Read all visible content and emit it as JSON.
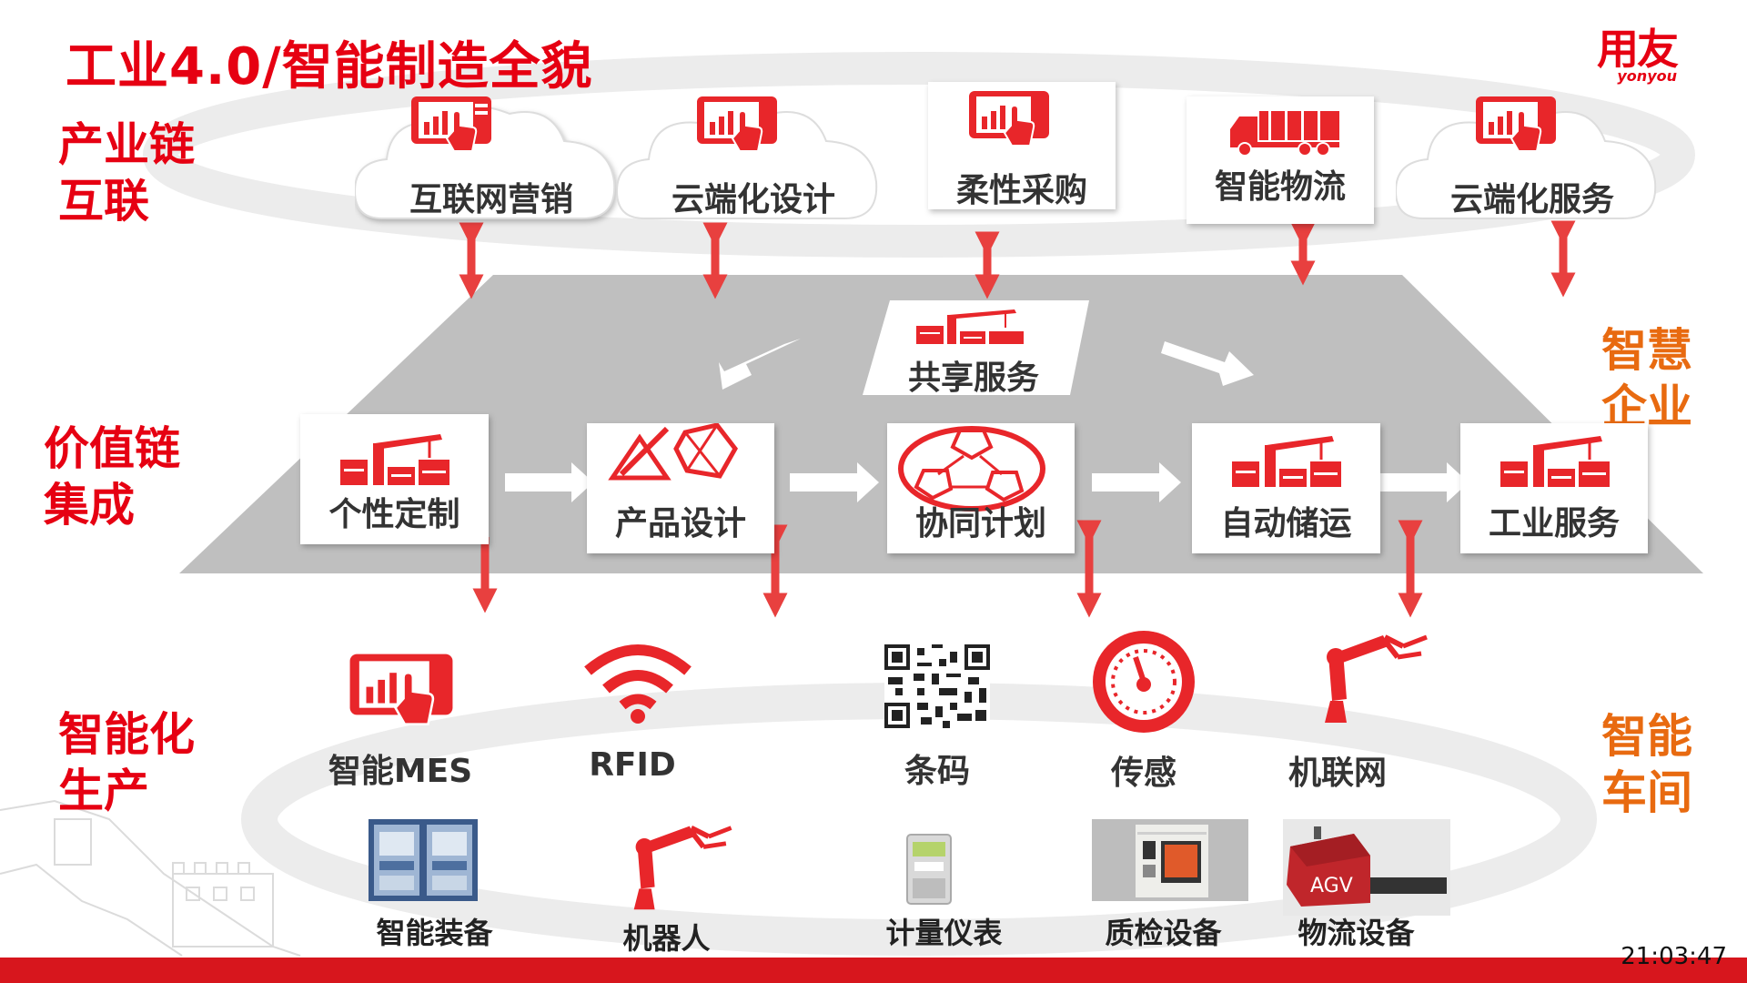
{
  "title": "工业4.0/智能制造全貌",
  "logo": {
    "cn": "用友",
    "en": "yonyou"
  },
  "sections": {
    "chain_left": [
      "产业链",
      "互联"
    ],
    "value_left": [
      "价值链",
      "集成"
    ],
    "prod_left": [
      "智能化",
      "生产"
    ],
    "ent_right": [
      "智慧",
      "企业"
    ],
    "ws_right": [
      "智能",
      "车间"
    ]
  },
  "top_items": [
    {
      "label": "互联网营销",
      "icon": "tablet-chart-icon"
    },
    {
      "label": "云端化设计",
      "icon": "tablet-chart-icon"
    },
    {
      "label": "柔性采购",
      "icon": "tablet-chart-icon"
    },
    {
      "label": "智能物流",
      "icon": "truck-icon"
    },
    {
      "label": "云端化服务",
      "icon": "tablet-chart-icon"
    }
  ],
  "shared_service": {
    "label": "共享服务",
    "icon": "crane-icon"
  },
  "value_chain": [
    {
      "label": "个性定制",
      "icon": "crane-icon"
    },
    {
      "label": "产品设计",
      "icon": "design-tools-icon"
    },
    {
      "label": "协同计划",
      "icon": "network-cubes-icon"
    },
    {
      "label": "自动储运",
      "icon": "crane-icon"
    },
    {
      "label": "工业服务",
      "icon": "crane-icon"
    }
  ],
  "tech_items": [
    {
      "label": "智能MES",
      "icon": "tablet-chart-icon"
    },
    {
      "label": "RFID",
      "icon": "wifi-icon"
    },
    {
      "label": "条码",
      "icon": "qr-code-icon"
    },
    {
      "label": "传感",
      "icon": "gauge-icon"
    },
    {
      "label": "机联网",
      "icon": "robot-arm-icon"
    }
  ],
  "equipment": [
    {
      "label": "智能装备",
      "icon": "cabinet-photo"
    },
    {
      "label": "机器人",
      "icon": "robot-arm-icon"
    },
    {
      "label": "计量仪表",
      "icon": "meter-photo"
    },
    {
      "label": "质检设备",
      "icon": "inspection-machine-photo"
    },
    {
      "label": "物流设备",
      "icon": "agv-photo"
    }
  ],
  "agv_text": "AGV",
  "timestamp": "21:03:47",
  "colors": {
    "brand_red": "#e60012",
    "accent_orange": "#e86a10",
    "platform_gray": "#bfbfbf",
    "bar_red": "#d7161d"
  }
}
